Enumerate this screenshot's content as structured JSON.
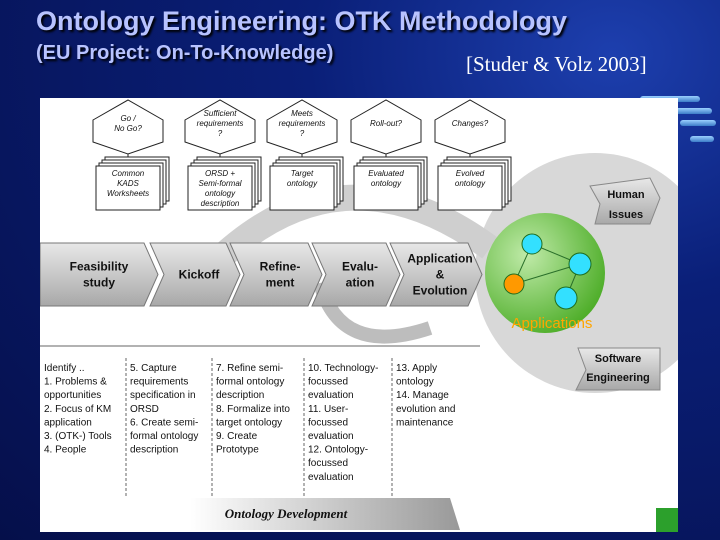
{
  "slide": {
    "title": "Ontology Engineering: OTK Methodology",
    "subtitle": "(EU Project: On-To-Knowledge)",
    "citation": "[Studer & Volz 2003]"
  },
  "decisions": [
    [
      "Go /",
      "No Go?"
    ],
    [
      "Sufficient",
      "requirements",
      "?"
    ],
    [
      "Meets",
      "requirements",
      "?"
    ],
    [
      "Roll-out?"
    ],
    [
      "Changes?"
    ]
  ],
  "documents": [
    [
      "Common",
      "KADS",
      "Worksheets"
    ],
    [
      "ORSD +",
      "Semi-formal",
      "ontology",
      "description"
    ],
    [
      "Target",
      "ontology"
    ],
    [
      "Evaluated",
      "ontology"
    ],
    [
      "Evolved",
      "ontology"
    ]
  ],
  "phases": [
    [
      "Feasibility",
      "study"
    ],
    [
      "Kickoff"
    ],
    [
      "Refine-",
      "ment"
    ],
    [
      "Evalu-",
      "ation"
    ],
    [
      "Application",
      "&",
      "Evolution"
    ]
  ],
  "side_labels": {
    "human_issues": [
      "Human",
      "Issues"
    ],
    "applications": "Applications",
    "software_engineering": [
      "Software",
      "Engineering"
    ]
  },
  "steps": [
    [
      "Identify ..",
      "1. Problems &",
      "    opportunities",
      "2. Focus of KM",
      "    application",
      "3. (OTK-) Tools",
      "4. People"
    ],
    [
      "5. Capture",
      "    requirements",
      "    specification in",
      "    ORSD",
      "6. Create semi-",
      "    formal ontology",
      "    description"
    ],
    [
      "7. Refine semi-",
      "    formal ontology",
      "    description",
      "8. Formalize into",
      "    target ontology",
      "9. Create",
      "    Prototype"
    ],
    [
      "10. Technology-",
      "     focussed",
      "     evaluation",
      "11. User-",
      "     focussed",
      "     evaluation",
      "12. Ontology-",
      "     focussed",
      "     evaluation"
    ],
    [
      "13. Apply",
      "      ontology",
      "14. Manage",
      "      evolution and",
      "      maintenance"
    ]
  ],
  "footer": {
    "label": "Ontology Development"
  },
  "colors": {
    "background": "#0a1f78",
    "title": "#b8c3ff",
    "applications_text": "#ffa500",
    "node_cyan": "#33e0ff",
    "node_orange": "#ff9900",
    "node_red": "#cc2200",
    "node_green": "#55cc33",
    "footer_band": "#2ca02c"
  }
}
